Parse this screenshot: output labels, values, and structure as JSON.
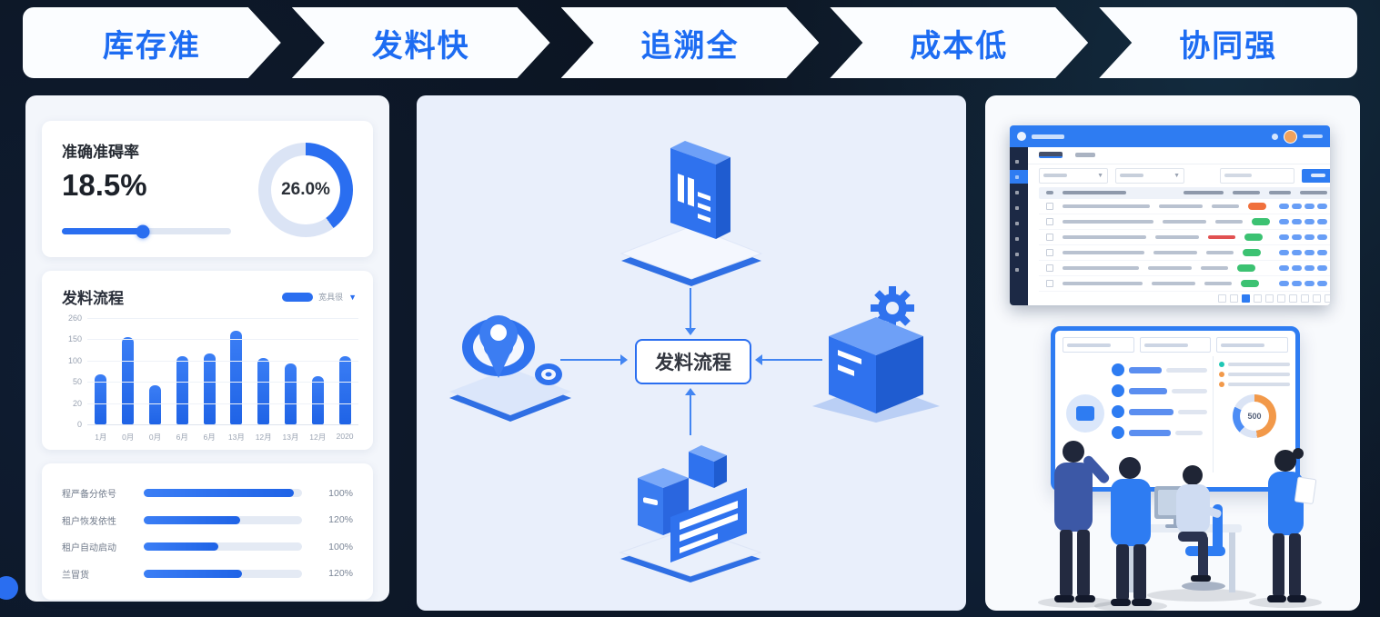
{
  "colors": {
    "accent": "#2a6ef0",
    "banner_text": "#1d6cf2",
    "center_panel_bg": "#e9effb",
    "dark_bg": "#0c1523",
    "status_red": "#f0703c",
    "status_green": "#3cc272",
    "illus_orange": "#f2994a",
    "illus_teal": "#1fc7b5"
  },
  "banner": {
    "items": [
      {
        "label": "库存准"
      },
      {
        "label": "发料快"
      },
      {
        "label": "追溯全"
      },
      {
        "label": "成本低"
      },
      {
        "label": "协同强"
      }
    ]
  },
  "left": {
    "accuracy": {
      "title": "准确准碍率",
      "value": "18.5%",
      "slider_pct": 48,
      "donut_label": "26.0%",
      "donut_arc_pct": 40
    },
    "bar_chart": {
      "title": "发料流程",
      "legend_label": "宽具很",
      "caret": "▼",
      "y_ticks": [
        "260",
        "150",
        "100",
        "50",
        "20",
        "0"
      ],
      "x_labels": [
        "1月",
        "0月",
        "0月",
        "6月",
        "6月",
        "13月",
        "12月",
        "13月",
        "12月",
        "2020"
      ],
      "values_pct": [
        47,
        82,
        37,
        64,
        67,
        88,
        62,
        57,
        45,
        64
      ]
    },
    "progress": {
      "rows": [
        {
          "label": "程严备分依号",
          "pct": 95,
          "value": "100%"
        },
        {
          "label": "租户恢发依性",
          "pct": 61,
          "value": "120%"
        },
        {
          "label": "租户自动启动",
          "pct": 47,
          "value": "100%"
        },
        {
          "label": "兰冒货",
          "pct": 62,
          "value": "120%"
        }
      ]
    }
  },
  "center": {
    "hub_label": "发料流程",
    "nodes": [
      {
        "name": "bar-chart-box"
      },
      {
        "name": "location-pin"
      },
      {
        "name": "gear-server"
      },
      {
        "name": "stacked-boxes"
      }
    ]
  },
  "right": {
    "dashboard": {
      "topbar_color": "#2e7cf2",
      "sidebar_color": "#1c2945",
      "sidebar_items": 8,
      "active_index": 1,
      "tabs": 2,
      "rows": [
        {
          "status": "red",
          "col3": "normal"
        },
        {
          "status": "green",
          "col3": "normal"
        },
        {
          "status": "green",
          "col3": "red"
        },
        {
          "status": "green",
          "col3": "normal"
        },
        {
          "status": "green",
          "col3": "normal"
        },
        {
          "status": "green",
          "col3": "normal"
        }
      ],
      "pagination_items": 10
    },
    "illustration": {
      "board_border": "#2e7cf2",
      "legend_dots": [
        "#1fc7b5",
        "#f2994a",
        "#f2994a"
      ],
      "donut_label": "500",
      "donut_colors": [
        "#f2994a",
        "#4d8df5",
        "#dbe4f5"
      ],
      "people_count": 4
    }
  },
  "chart_data": [
    {
      "type": "pie",
      "title": "准确准碍率",
      "center_label": "26.0%",
      "values": [
        26,
        74
      ],
      "arc_pct_rendered": 40,
      "colors": [
        "#2a6ef0",
        "#dbe4f5"
      ]
    },
    {
      "type": "bar",
      "title": "发料流程",
      "categories": [
        "1月",
        "0月",
        "0月",
        "6月",
        "6月",
        "13月",
        "12月",
        "13月",
        "12月",
        "2020"
      ],
      "values": [
        120,
        215,
        95,
        170,
        175,
        230,
        160,
        150,
        115,
        165
      ],
      "y_tick_labels": [
        "260",
        "150",
        "100",
        "50",
        "20",
        "0"
      ],
      "legend": [
        "宽具很"
      ],
      "bar_color": "#2a6ef0",
      "grid": true
    },
    {
      "type": "bar",
      "orientation": "horizontal",
      "title": "progress-list",
      "categories": [
        "程严备分依号",
        "租户恢发依性",
        "租户自动启动",
        "兰冒货"
      ],
      "values": [
        100,
        120,
        100,
        120
      ],
      "value_labels": [
        "100%",
        "120%",
        "100%",
        "120%"
      ],
      "fill_pct": [
        95,
        61,
        47,
        62
      ]
    }
  ]
}
